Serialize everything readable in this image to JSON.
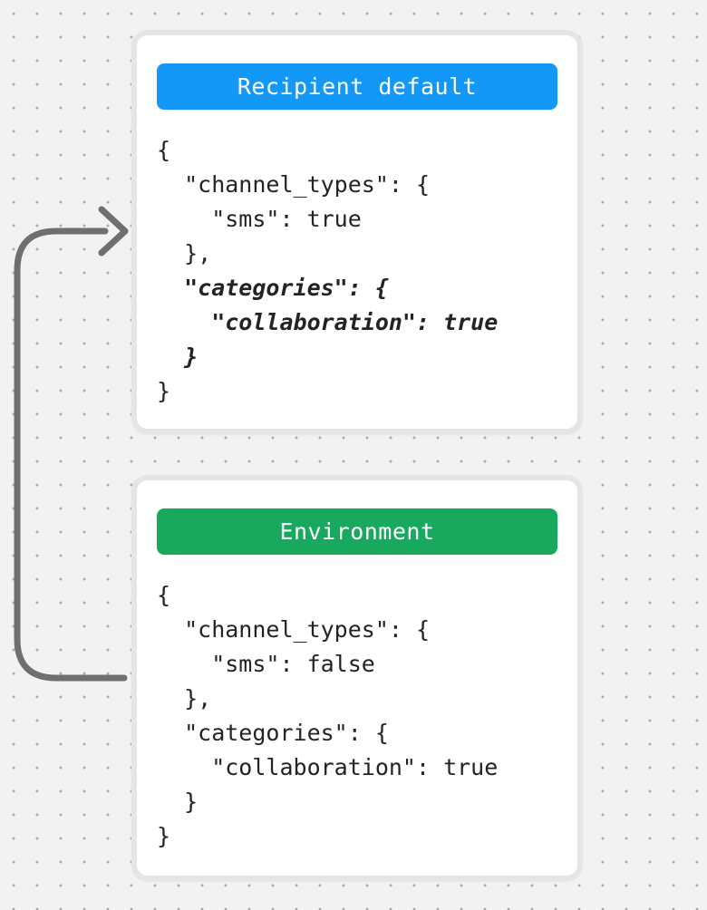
{
  "canvas": {
    "background_color": "#F2F2F2",
    "dot_color": "#ABABAB"
  },
  "connector": {
    "color": "#6F6F6F"
  },
  "cards": [
    {
      "title": "Recipient default",
      "header_color": "#1498F7",
      "code_lines": [
        {
          "text": "{",
          "emphasis": false
        },
        {
          "text": "  \"channel_types\": {",
          "emphasis": false
        },
        {
          "text": "    \"sms\": true",
          "emphasis": false
        },
        {
          "text": "  },",
          "emphasis": false
        },
        {
          "text": "  \"categories\": {",
          "emphasis": true
        },
        {
          "text": "    \"collaboration\": true",
          "emphasis": true
        },
        {
          "text": "  }",
          "emphasis": true
        },
        {
          "text": "}",
          "emphasis": false
        }
      ]
    },
    {
      "title": "Environment",
      "header_color": "#19A95E",
      "code_lines": [
        {
          "text": "{",
          "emphasis": false
        },
        {
          "text": "  \"channel_types\": {",
          "emphasis": false
        },
        {
          "text": "    \"sms\": false",
          "emphasis": false
        },
        {
          "text": "  },",
          "emphasis": false
        },
        {
          "text": "  \"categories\": {",
          "emphasis": false
        },
        {
          "text": "    \"collaboration\": true",
          "emphasis": false
        },
        {
          "text": "  }",
          "emphasis": false
        },
        {
          "text": "}",
          "emphasis": false
        }
      ]
    }
  ]
}
